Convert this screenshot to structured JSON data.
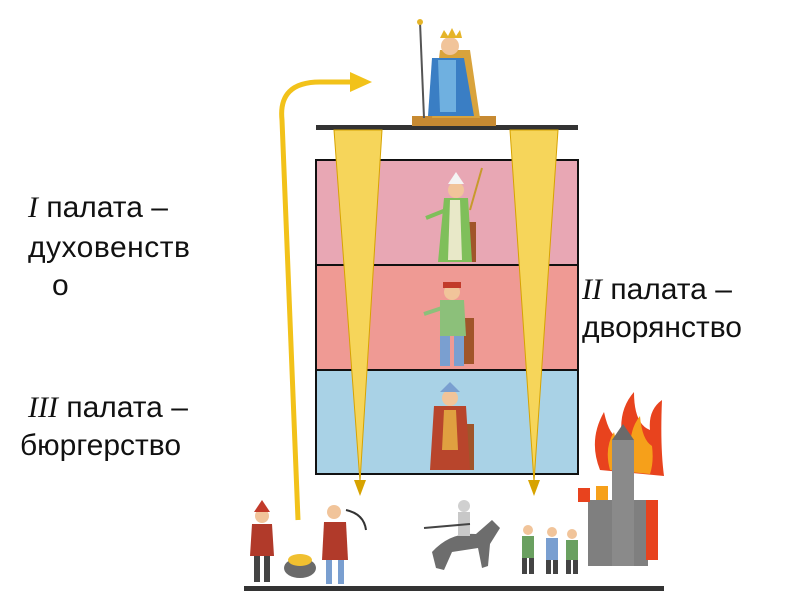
{
  "labels": {
    "first": {
      "numeral": "I",
      "text": " палата –",
      "line2": "духовенств",
      "line3": "о"
    },
    "second": {
      "numeral": "II",
      "text": " палата –",
      "line2": "дворянство"
    },
    "third": {
      "numeral": "III",
      "text": " палата –",
      "line2": "бюргерство"
    }
  },
  "colors": {
    "chamber_1": "#e8a7b4",
    "chamber_2": "#ef9a94",
    "chamber_3": "#a9d2e6",
    "arrow": "#f6d55a",
    "arrow_edge": "#d7a300",
    "side_arrow": "#f2c21a"
  }
}
